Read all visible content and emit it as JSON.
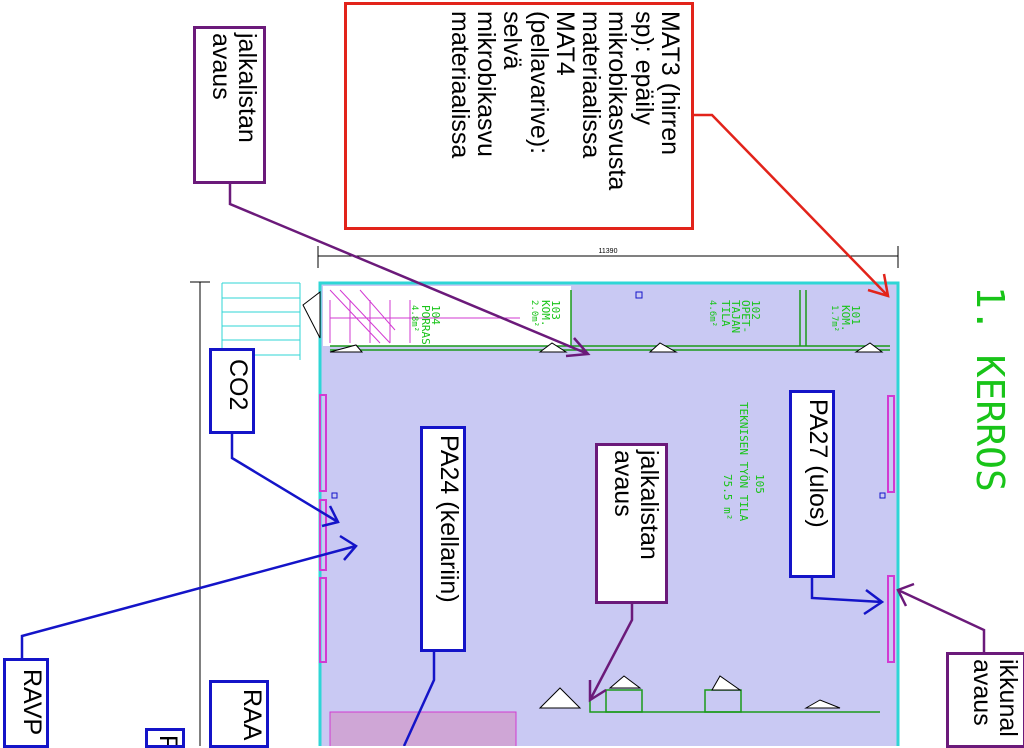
{
  "title": "1. KERROS",
  "dimension": "11390",
  "rooms": {
    "r101": [
      "101",
      "KOM.",
      "1.7m²"
    ],
    "r102": [
      "102",
      "OPET-",
      "TAJAN",
      "TILA",
      "4.6m²"
    ],
    "r103": [
      "103",
      "KOM.",
      "2.0m²"
    ],
    "r104": [
      "104",
      "PORRAS",
      "4.8m²"
    ],
    "r105": [
      "105",
      "TEKNISEN TYÖN TILA",
      "75.5 m²"
    ]
  },
  "callouts": {
    "mat": [
      "MAT3 (hirren",
      "sp): epäily",
      "mikrobikasvusta",
      "materiaalissa",
      "MAT4",
      "(pellavarive):",
      "selvä",
      "mikrobikasvu",
      "materiaalissa"
    ],
    "jalkalista1": [
      "jalkalistan",
      "avaus"
    ],
    "co2": [
      "CO2"
    ],
    "pa24": [
      "PA24 (kellariin)"
    ],
    "jalkalista2": [
      "jalkalistan",
      "avaus"
    ],
    "pa27": [
      "PA27 (ulos)"
    ],
    "ikkuna": [
      "ikkunal",
      "avaus"
    ],
    "ravp": [
      "RAVP"
    ],
    "raa": [
      "RAA"
    ],
    "f": [
      "F"
    ]
  },
  "colors": {
    "red": "#e2231a",
    "purple": "#6b1a7a",
    "blue": "#1414c8",
    "room_fill": "#c9c9f3",
    "green": "#19c419",
    "cyan": "#2fd6d6",
    "magenta": "#d23ad2"
  }
}
